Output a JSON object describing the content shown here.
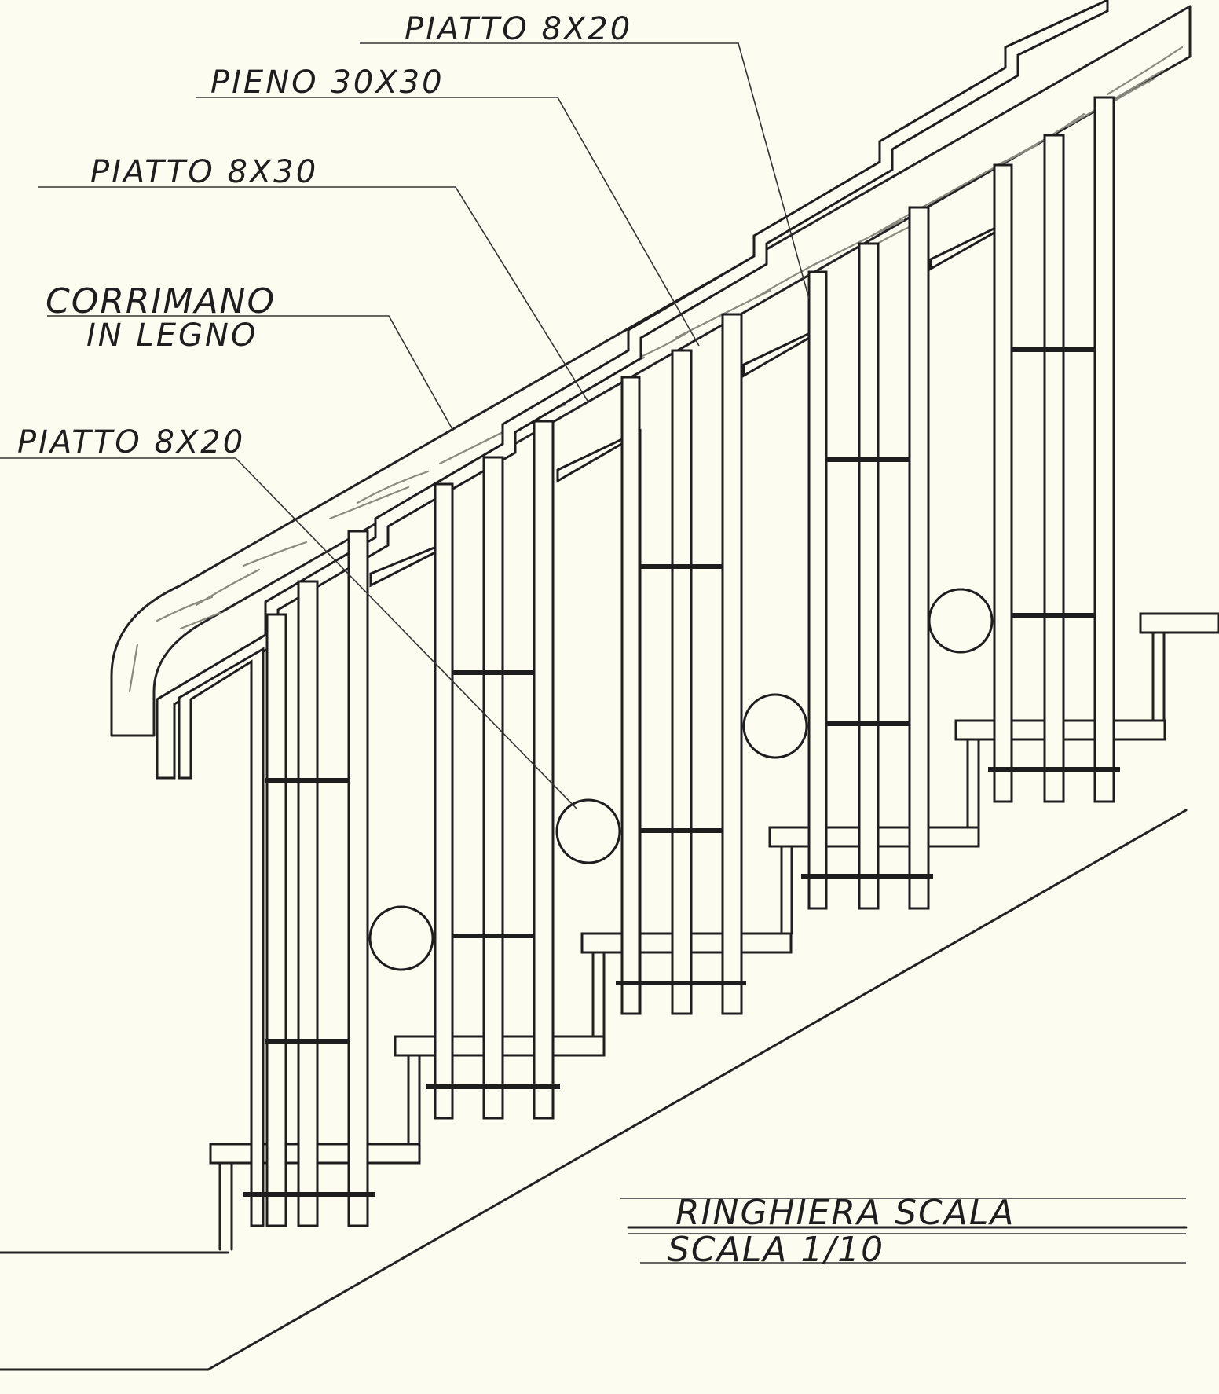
{
  "labels": {
    "piatto_top": "PIATTO 8X20",
    "pieno": "PIENO 30X30",
    "piatto_8x30": "PIATTO 8X30",
    "corrimano_line1": "CORRIMANO",
    "corrimano_line2": "IN LEGNO",
    "piatto_bottom": "PIATTO 8X20"
  },
  "title_block": {
    "title": "RINGHIERA SCALA",
    "scale": "SCALA 1/10"
  },
  "colors": {
    "paper": "#fdfcf1",
    "ink": "#1e1e1e",
    "wood_grain": "#8a8a80"
  }
}
